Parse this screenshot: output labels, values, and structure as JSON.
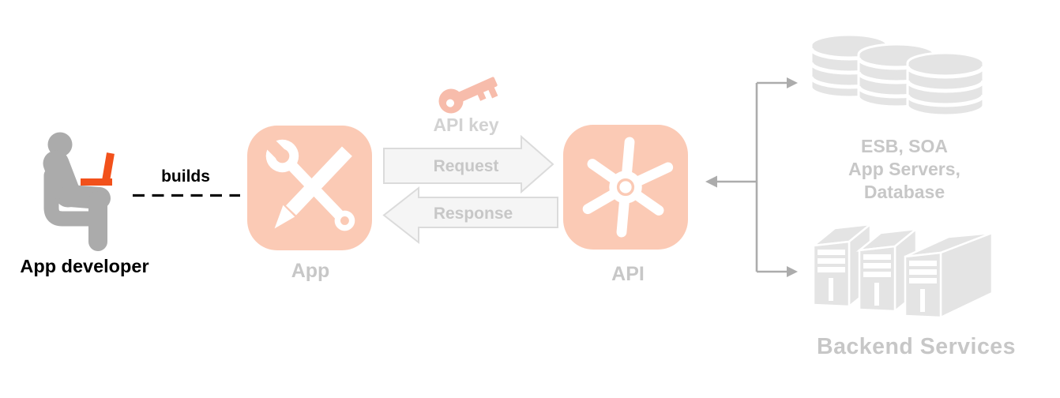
{
  "colors": {
    "salmon": "#FBCAB5",
    "salmon-deep": "#F7BCAB",
    "orange": "#F2511B",
    "person-gray": "#ABABAB",
    "icon-gray": "#E4E4E4",
    "label-gray": "#C7C7C7",
    "faint-text": "#D2D2D2",
    "connector-gray": "#ACACAC",
    "arrow-fill": "#F5F5F5",
    "arrow-stroke": "#DBDBDB"
  },
  "developer": {
    "name": "App developer",
    "action": "builds"
  },
  "app": {
    "label": "App"
  },
  "apikey": {
    "label": "API key"
  },
  "flow": {
    "request": "Request",
    "response": "Response"
  },
  "api": {
    "label": "API"
  },
  "backend": {
    "datastore_lines": [
      "ESB, SOA",
      "App Servers,",
      "Database"
    ],
    "services_label": "Backend Services"
  }
}
